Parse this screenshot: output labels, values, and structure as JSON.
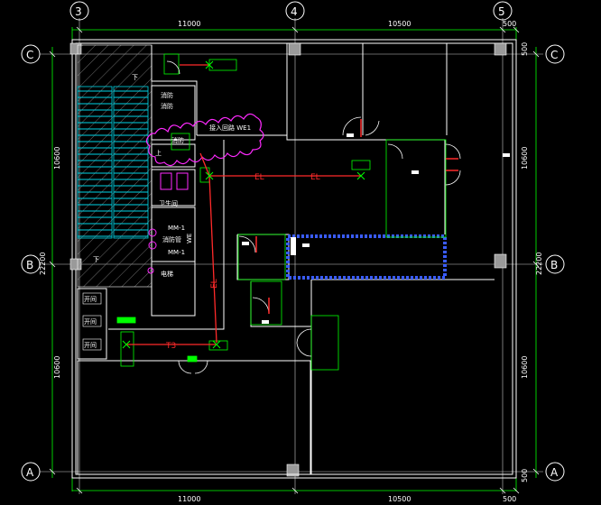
{
  "grid": {
    "cols": [
      "3",
      "4",
      "5"
    ],
    "rows": [
      "C",
      "B",
      "A"
    ]
  },
  "dims": {
    "top": [
      "11000",
      "10500",
      "500"
    ],
    "bottom": [
      "11000",
      "10500",
      "500"
    ],
    "left_total": "22200",
    "left_a": "10600",
    "left_b": "10600",
    "right_a": "10600",
    "right_b": "10600",
    "right_total": "22200",
    "right_top": "500",
    "right_bottom": "500"
  },
  "rooms": {
    "r1": "开间",
    "r2": "开间",
    "r3": "开间",
    "wc": "卫生间",
    "mm1": "MM-1",
    "mm1b": "MM-1",
    "shaft": "消防管",
    "lift": "电梯",
    "fire_a": "消防",
    "fire_b": "消防",
    "fire_c": "消防",
    "up": "上",
    "tag_up1": "下",
    "tag_up2": "下"
  },
  "labels": {
    "cloud_text": "接入回路 WE1",
    "el1": "EL",
    "el2": "EL",
    "el3": "EL",
    "t3": "T3",
    "side_tag": "WE"
  },
  "colors": {
    "bg": "#000000",
    "wall": "#ffffff",
    "green": "#00ff00",
    "red": "#ff2a2a",
    "cyan": "#00d5e6",
    "magenta": "#ff2aff",
    "blue": "#3a5cff"
  }
}
